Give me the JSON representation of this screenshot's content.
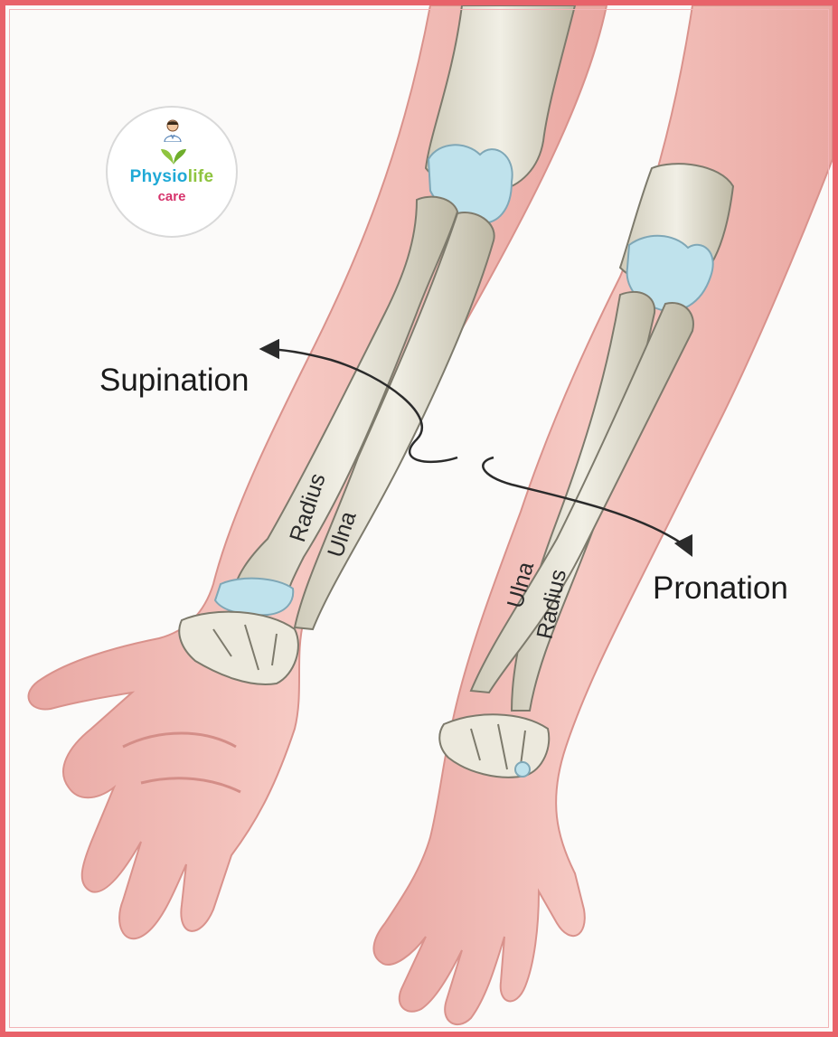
{
  "logo": {
    "brand_part1": "Physio",
    "brand_part2": "life",
    "sub": "care",
    "icon": "doctor-icon",
    "leaf_icon": "leaf-icon"
  },
  "labels": {
    "supination": "Supination",
    "pronation": "Pronation"
  },
  "bones": {
    "left_radius": "Radius",
    "left_ulna": "Ulna",
    "right_ulna": "Ulna",
    "right_radius": "Radius"
  },
  "colors": {
    "frame": "#e8626a",
    "skin": "#f3bdb8",
    "bone": "#e6e3d6",
    "cartilage": "#bfe2ec",
    "brand_blue": "#1fa9d6",
    "brand_green": "#8fc43f",
    "brand_pink": "#d6336c"
  }
}
